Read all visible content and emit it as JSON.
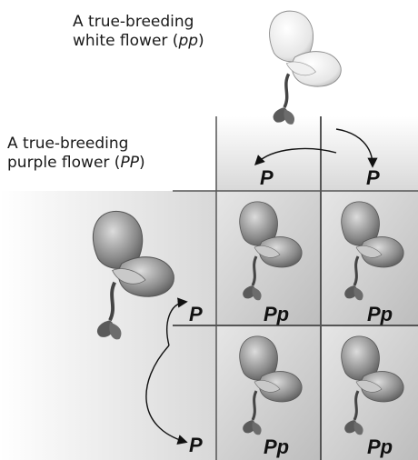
{
  "white_parent": {
    "line1": "A true-breeding",
    "line2_prefix": "white flower (",
    "genotype": "pp",
    "line2_suffix": ")"
  },
  "purple_parent": {
    "line1": "A true-breeding",
    "line2_prefix": "purple flower (",
    "genotype": "PP",
    "line2_suffix": ")"
  },
  "gametes": {
    "top_left": "P",
    "top_right": "P",
    "left_top": "P",
    "left_bottom": "P"
  },
  "offspring": {
    "r1c1": "Pp",
    "r1c2": "Pp",
    "r2c1": "Pp",
    "r2c2": "Pp"
  }
}
